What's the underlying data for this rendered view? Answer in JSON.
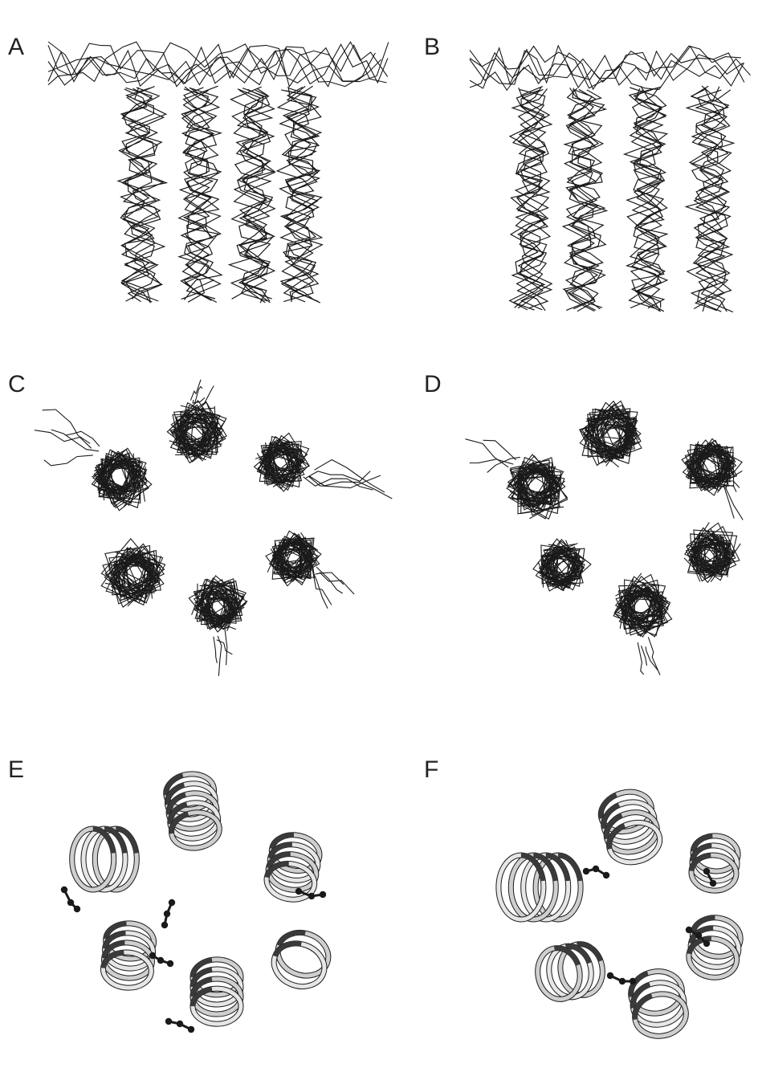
{
  "panels": [
    {
      "label": "A",
      "view": "side",
      "style": "backbone-trace"
    },
    {
      "label": "B",
      "view": "side",
      "style": "backbone-trace"
    },
    {
      "label": "C",
      "view": "top",
      "style": "backbone-trace"
    },
    {
      "label": "D",
      "view": "top",
      "style": "backbone-trace"
    },
    {
      "label": "E",
      "view": "top",
      "style": "ribbon"
    },
    {
      "label": "F",
      "view": "top",
      "style": "ribbon"
    }
  ],
  "colors": {
    "line": "#1a1a1a",
    "ribbon_light": "#e6e6e6",
    "ribbon_dark": "#3a3a3a",
    "background": "#ffffff"
  }
}
